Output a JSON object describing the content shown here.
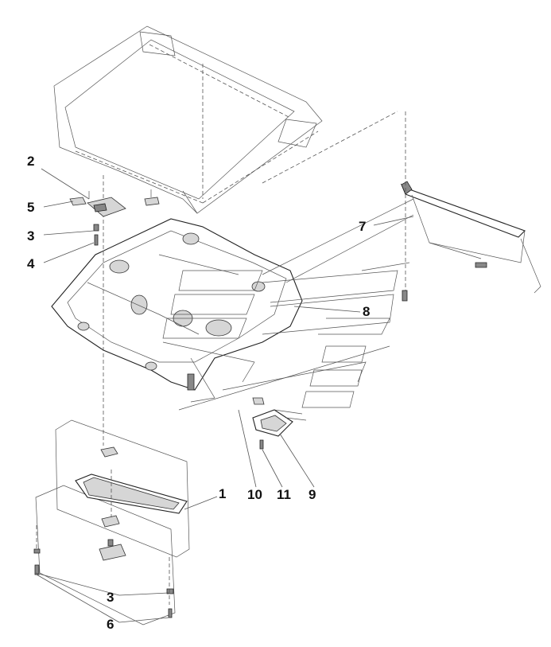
{
  "callouts": {
    "c1": "1",
    "c2": "2",
    "c3a": "3",
    "c3b": "3",
    "c4": "4",
    "c5": "5",
    "c6": "6",
    "c7": "7",
    "c8": "8",
    "c9": "9",
    "c10": "10",
    "c11": "11"
  },
  "colors": {
    "line": "#333333",
    "text": "#111111",
    "background": "#ffffff"
  }
}
